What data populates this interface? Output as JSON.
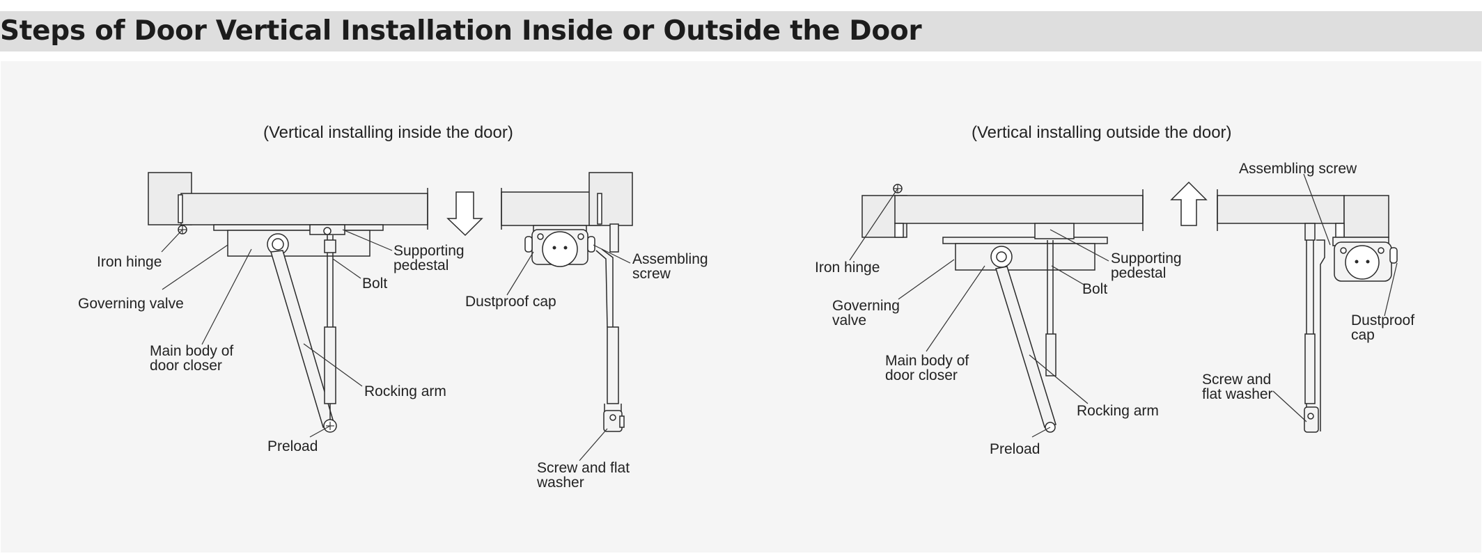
{
  "header": {
    "title": "Steps of Door Vertical Installation Inside or Outside the Door"
  },
  "inside": {
    "subtitle": "(Vertical installing inside the door)",
    "labels": {
      "iron_hinge": "Iron hinge",
      "governing_valve": "Governing valve",
      "main_body_1": "Main body of",
      "main_body_2": "door closer",
      "supporting_1": "Supporting",
      "supporting_2": "pedestal",
      "bolt": "Bolt",
      "rocking_arm": "Rocking arm",
      "preload": "Preload",
      "dustproof_cap": "Dustproof cap",
      "assembling_1": "Assembling",
      "assembling_2": "screw",
      "screw_washer_1": "Screw and flat",
      "screw_washer_2": "washer"
    },
    "arrow_direction": "down"
  },
  "outside": {
    "subtitle": "(Vertical installing outside the door)",
    "labels": {
      "assembling_screw": "Assembling screw",
      "iron_hinge": "Iron hinge",
      "supporting_1": "Supporting",
      "supporting_2": "pedestal",
      "governing_1": "Governing",
      "governing_2": "valve",
      "bolt": "Bolt",
      "main_body_1": "Main body of",
      "main_body_2": "door closer",
      "rocking_arm": "Rocking arm",
      "preload": "Preload",
      "dustproof_1": "Dustproof",
      "dustproof_2": "cap",
      "screw_washer_1": "Screw and",
      "screw_washer_2": "flat washer"
    },
    "arrow_direction": "up"
  }
}
